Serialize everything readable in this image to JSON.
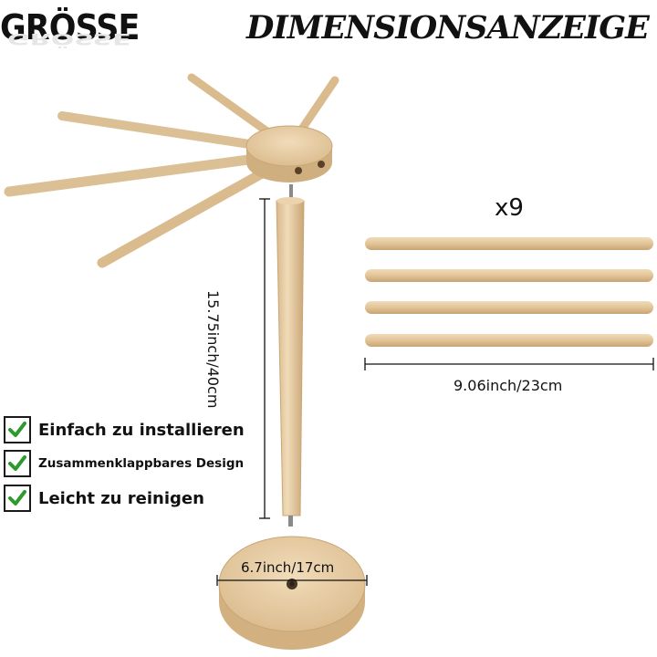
{
  "header": {
    "badge": "GRÖSSE",
    "title": "DIMENSIONSANZEIGE"
  },
  "product": {
    "rod_count": "x9",
    "rod_length": "9.06inch/23cm",
    "pole_height": "15.75inch/40cm",
    "base_diameter": "6.7inch/17cm"
  },
  "features": [
    {
      "label": "Einfach zu installieren",
      "icon": "check-icon"
    },
    {
      "label": "Zusammenklappbares Design",
      "icon": "check-icon"
    },
    {
      "label": "Leicht zu reinigen",
      "icon": "check-icon"
    }
  ],
  "colors": {
    "wood": "#e0c49a",
    "wood_dark": "#c9a676",
    "check_green": "#2e9a2e",
    "text": "#111111"
  }
}
